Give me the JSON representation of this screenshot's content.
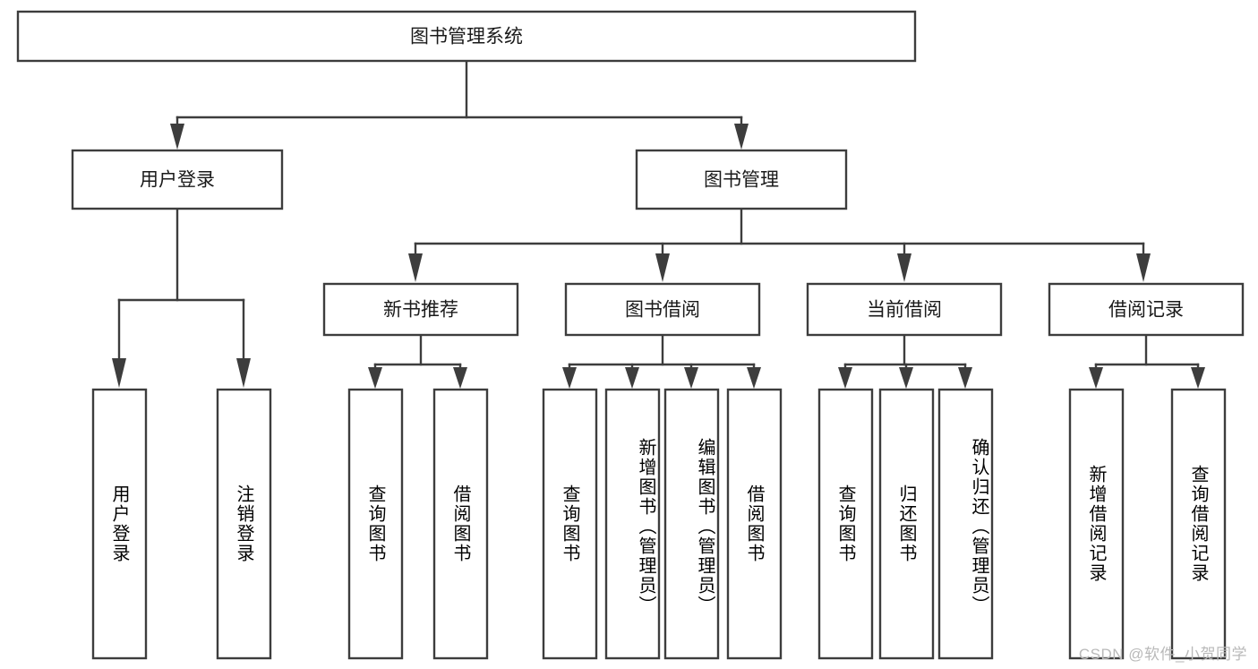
{
  "diagram": {
    "title": "图书管理系统",
    "type": "tree-hierarchy-diagram",
    "root": {
      "id": "root",
      "label": "图书管理系统"
    },
    "level2": [
      {
        "id": "user-login",
        "label": "用户登录"
      },
      {
        "id": "book-management",
        "label": "图书管理"
      }
    ],
    "level3": [
      {
        "id": "new-book-recommend",
        "label": "新书推荐",
        "parent": "book-management"
      },
      {
        "id": "book-borrow",
        "label": "图书借阅",
        "parent": "book-management"
      },
      {
        "id": "current-borrow",
        "label": "当前借阅",
        "parent": "book-management"
      },
      {
        "id": "borrow-record",
        "label": "借阅记录",
        "parent": "book-management"
      }
    ],
    "leaves": {
      "user_login": [
        {
          "id": "leaf-user-login",
          "label": "用户登录"
        },
        {
          "id": "leaf-logout-login",
          "label": "注销登录"
        }
      ],
      "new_book_recommend": [
        {
          "id": "leaf-query-book-1",
          "label": "查询图书"
        },
        {
          "id": "leaf-borrow-book-1",
          "label": "借阅图书"
        }
      ],
      "book_borrow": [
        {
          "id": "leaf-query-book-2",
          "label": "查询图书"
        },
        {
          "id": "leaf-add-book",
          "label": "新增图书（管理员）"
        },
        {
          "id": "leaf-edit-book",
          "label": "编辑图书（管理员）"
        },
        {
          "id": "leaf-borrow-book-2",
          "label": "借阅图书"
        }
      ],
      "current_borrow": [
        {
          "id": "leaf-query-book-3",
          "label": "查询图书"
        },
        {
          "id": "leaf-return-book",
          "label": "归还图书"
        },
        {
          "id": "leaf-confirm-return",
          "label": "确认归还（管理员）"
        }
      ],
      "borrow_record": [
        {
          "id": "leaf-add-borrow-record",
          "label": "新增借阅记录"
        },
        {
          "id": "leaf-query-borrow-record",
          "label": "查询借阅记录"
        }
      ]
    },
    "colors": {
      "stroke": "#3d3d3d",
      "fill": "#ffffff",
      "text": "#1a1a1a",
      "watermark": "#b9b9b9",
      "background": "#ffffff"
    }
  },
  "watermark": {
    "text": "CSDN @软件_小贺同学"
  }
}
